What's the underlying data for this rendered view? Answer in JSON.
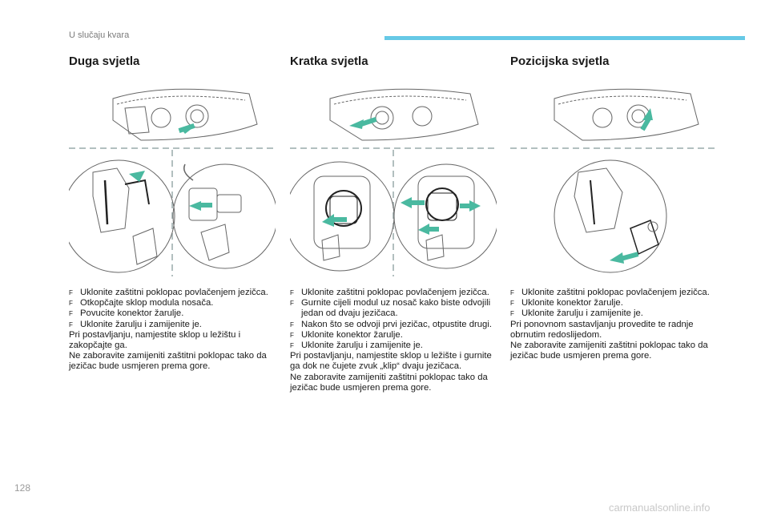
{
  "header": {
    "section": "U slučaju kvara",
    "accent_color": "#66c9e6"
  },
  "columns": [
    {
      "title": "Duga svjetla",
      "steps": [
        "Uklonite zaštitni poklopac povlačenjem jezičca.",
        "Otkopčajte sklop modula nosača.",
        "Povucite konektor žarulje.",
        "Uklonite žarulju i zamijenite je."
      ],
      "notes": [
        "Pri postavljanju, namjestite sklop u ležištu i zakopčajte ga.",
        "Ne zaboravite zamijeniti zaštitni poklopac tako da jezičac bude usmjeren prema gore."
      ]
    },
    {
      "title": "Kratka svjetla",
      "steps": [
        "Uklonite zaštitni poklopac povlačenjem jezičca.",
        "Gurnite cijeli modul uz nosač kako biste odvojili jedan od dvaju jezičaca.",
        "Nakon što se odvoji prvi jezičac, otpustite drugi.",
        "Uklonite konektor žarulje.",
        "Uklonite žarulju i zamijenite je."
      ],
      "notes": [
        "Pri postavljanju, namjestite sklop u ležište i gurnite ga dok ne čujete zvuk „klip“ dvaju jezičaca.",
        "Ne zaboravite zamijeniti zaštitni poklopac tako da jezičac bude usmjeren prema gore."
      ]
    },
    {
      "title": "Pozicijska svjetla",
      "steps": [
        "Uklonite zaštitni poklopac povlačenjem jezičca.",
        "Uklonite konektor žarulje.",
        "Uklonite žarulju i zamijenite je."
      ],
      "notes": [
        "Pri ponovnom sastavljanju provedite te radnje obrnutim redoslijedom.",
        "Ne zaboravite zamijeniti zaštitni poklopac tako da jezičac bude usmjeren prema gore."
      ]
    }
  ],
  "step_marker": "F",
  "page_number": "128",
  "watermark": "carmanualsonline.info"
}
